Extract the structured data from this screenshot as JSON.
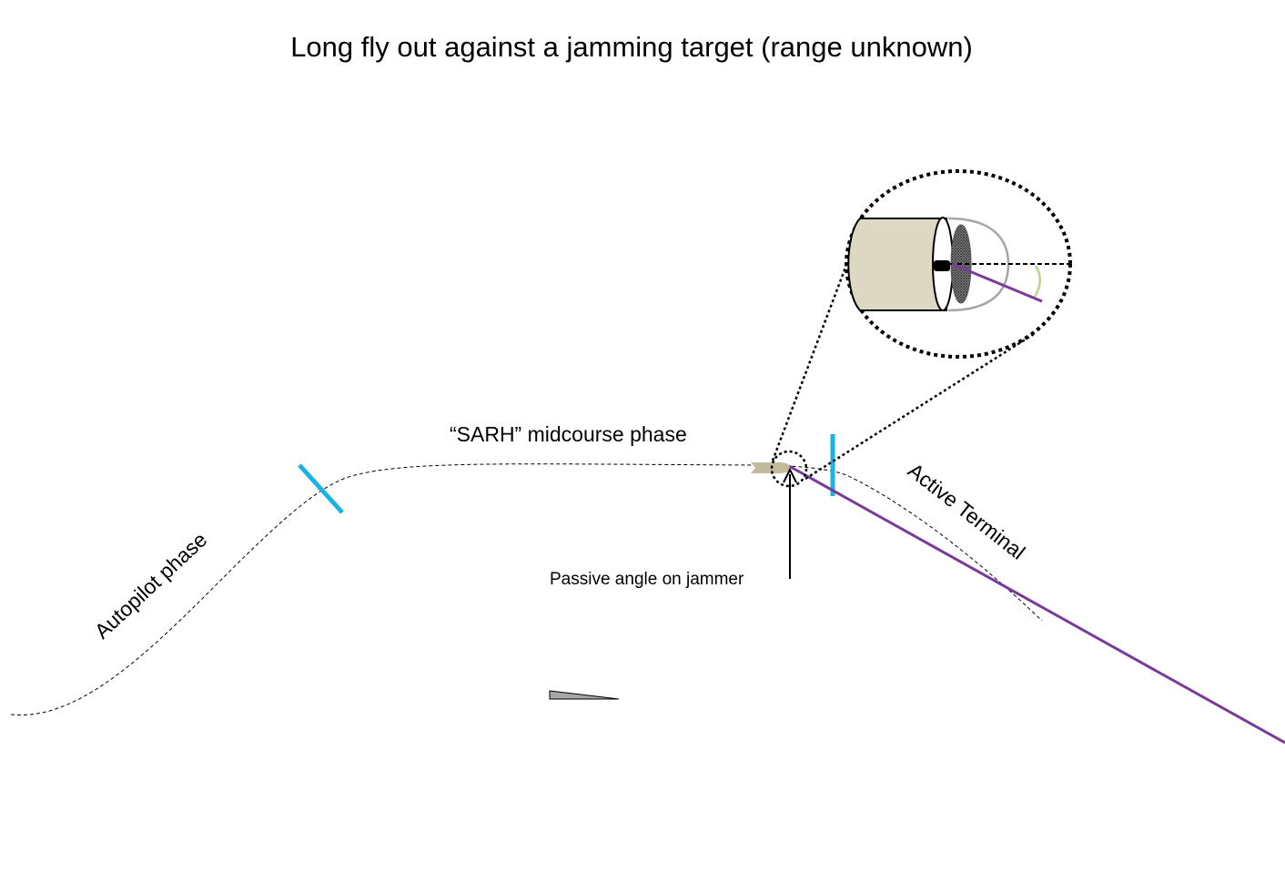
{
  "title": "Long fly out against a jamming target (range unknown)",
  "labels": {
    "autopilot": "Autopilot phase",
    "midcourse": "“SARH” midcourse phase",
    "terminal": "Active Terminal",
    "passive": "Passive angle on jammer"
  },
  "colors": {
    "phase_marker": "#1fb0e6",
    "seeker_line": "#7a3a9a",
    "missile_body": "#ddd8c3",
    "launcher": "#a6a6a6",
    "angle_arc": "#b5d88b"
  },
  "icons": {
    "missile": "missile-icon",
    "seeker": "seeker-magnified-icon",
    "launcher": "launch-platform-icon"
  }
}
